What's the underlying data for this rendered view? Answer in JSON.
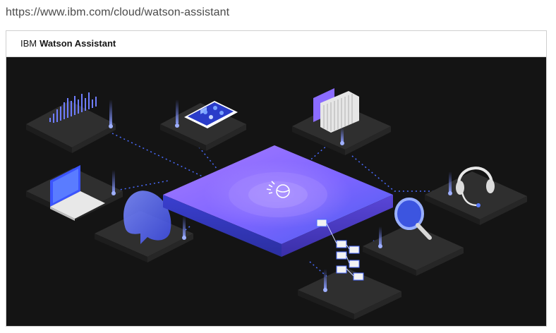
{
  "browser": {
    "url": "https://www.ibm.com/cloud/watson-assistant"
  },
  "header": {
    "company": "IBM",
    "product": "Watson Assistant"
  },
  "hero": {
    "illustration": "isometric-platform-diagram",
    "icons": [
      "audio-waveform-icon",
      "mobile-phone-icon",
      "documents-stack-icon",
      "laptop-icon",
      "chat-bubble-icon",
      "headset-icon",
      "magnifying-glass-icon",
      "flowchart-icon",
      "watson-logo-icon"
    ],
    "colors": {
      "background": "#141414",
      "tile": "#2d2d2d",
      "accent_purple": "#8a63ff",
      "accent_blue": "#4b6bff",
      "dotted_line": "#4a6cff"
    }
  }
}
